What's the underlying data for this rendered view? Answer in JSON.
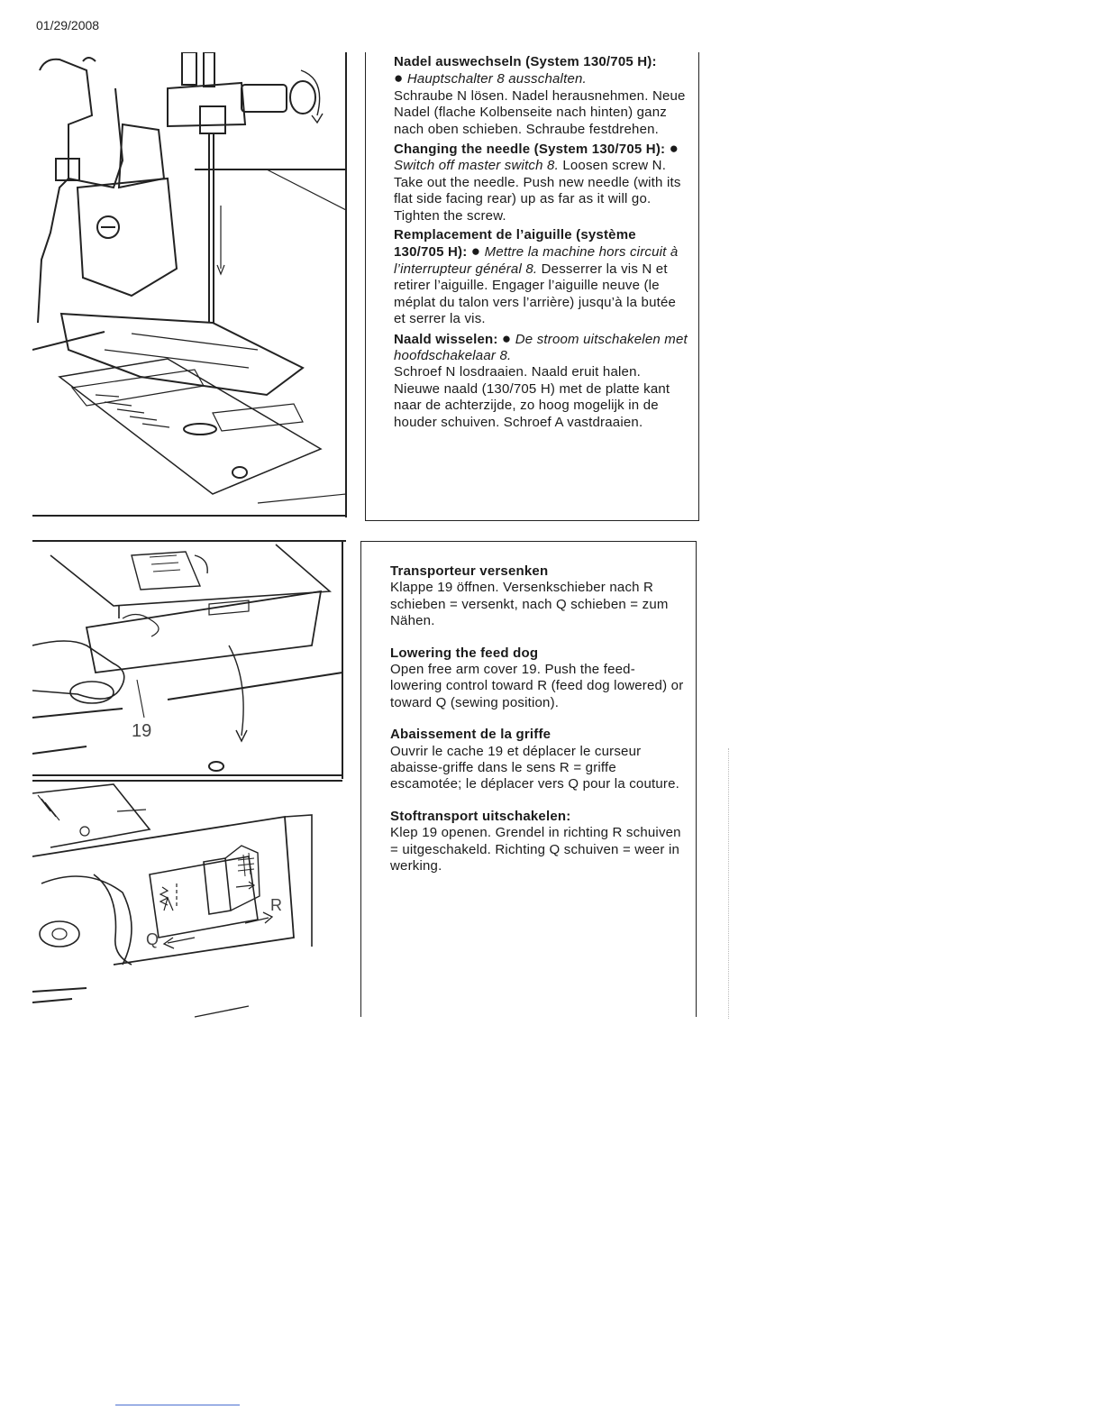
{
  "header": {
    "date": "01/29/2008"
  },
  "figures": {
    "fig2_label": "19",
    "slider_left_letter": "Q",
    "slider_right_letter": "R"
  },
  "needle_section": {
    "german": {
      "heading": "Nadel auswechseln (System 130/705 H):",
      "step_italic": "Hauptschalter 8 ausschalten.",
      "body": "Schraube N lösen. Nadel herausnehmen. Neue Nadel (flache Kolbenseite nach hinten) ganz nach oben schieben. Schraube festdrehen."
    },
    "english": {
      "heading": "Changing the needle (System 130/705 H):",
      "step_italic": "Switch off master switch 8.",
      "body": "Loosen screw N. Take out the needle. Push new needle (with its flat side facing rear) up as far as it will go. Tighten the screw."
    },
    "french": {
      "heading": "Remplacement de l’aiguille (système 130/705 H):",
      "step_italic": "Mettre la machine hors circuit à l’interrupteur général 8.",
      "body": "Desserrer la vis N et retirer l’aiguille. Engager l’aiguille neuve (le méplat du talon vers l’arrière) jusqu’à la butée et serrer la vis."
    },
    "dutch": {
      "heading": "Naald wisselen:",
      "step_italic": "De stroom uitschakelen met hoofdschakelaar 8.",
      "body": "Schroef N losdraaien. Naald eruit halen. Nieuwe naald (130/705 H) met de platte kant naar de achterzijde, zo hoog mogelijk in de houder schuiven. Schroef A vastdraaien."
    }
  },
  "feed_section": {
    "german": {
      "heading": "Transporteur versenken",
      "body": "Klappe 19 öffnen. Versenkschieber nach R schieben = versenkt, nach Q schieben = zum Nähen."
    },
    "english": {
      "heading": "Lowering the feed dog",
      "body": "Open free arm cover 19. Push the feed-lowering control toward R (feed dog lowered) or toward Q (sewing position)."
    },
    "french": {
      "heading": "Abaissement de la griffe",
      "body": "Ouvrir le cache 19 et déplacer le curseur abaisse-griffe dans le sens R = griffe escamotée; le déplacer vers Q pour la couture."
    },
    "dutch": {
      "heading": "Stoftransport uitschakelen:",
      "body": "Klep 19 openen. Grendel in richting R schuiven = uitgeschakeld. Richting Q schuiven = weer in werking."
    }
  }
}
